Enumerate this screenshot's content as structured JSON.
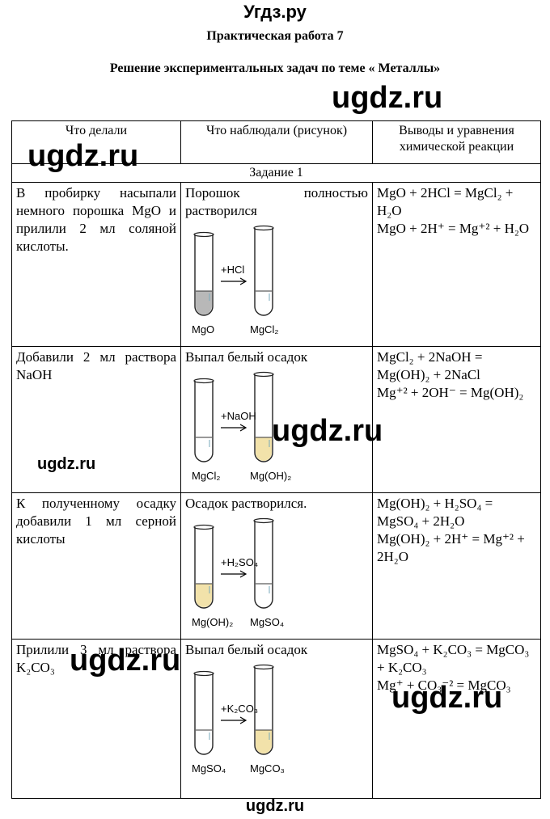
{
  "header": {
    "site": "Угдз.ру",
    "title": "Практическая работа 7",
    "subtitle": "Решение экспериментальных задач по теме « Металлы»"
  },
  "table": {
    "columns": [
      "Что делали",
      "Что наблюдали (рисунок)",
      "Выводы и уравнения химической реакции"
    ],
    "task_label": "Задание 1",
    "rows": [
      {
        "did": "В пробирку насыпали немного порошка MgO и прилили 2 мл соляной кислоты.",
        "observed": "Порошок полностью растворился",
        "fig": {
          "reagent": "+HCl",
          "left": "MgO",
          "right": "MgCl₂",
          "colors": {
            "left": "#b8b8b8",
            "right": "#ffffff"
          }
        },
        "conclusions": [
          "MgO + 2HCl = MgCl₂ + H₂O",
          "MgO + 2H⁺ = Mg⁺² + H₂O"
        ]
      },
      {
        "did": "Добавили 2 мл раствора NaOH",
        "observed": "Выпал белый осадок",
        "fig": {
          "reagent": "+NaOH",
          "left": "MgCl₂",
          "right": "Mg(OH)₂",
          "colors": {
            "left": "#ffffff",
            "right": "#f2e2aa"
          }
        },
        "conclusions": [
          "MgCl₂ + 2NaOH = Mg(OH)₂ + 2NaCl",
          "Mg⁺² + 2OH⁻ = Mg(OH)₂"
        ]
      },
      {
        "did": "К полученному осадку добавили 1 мл серной кислоты",
        "observed": "Осадок растворился.",
        "fig": {
          "reagent": "+H₂SO₄",
          "left": "Mg(OH)₂",
          "right": "MgSO₄",
          "colors": {
            "left": "#f2e2aa",
            "right": "#ffffff"
          }
        },
        "conclusions": [
          "Mg(OH)₂ + H₂SO₄ = MgSO₄ + 2H₂O",
          "Mg(OH)₂ + 2H⁺ = Mg⁺² + 2H₂O"
        ]
      },
      {
        "did": "Прилили 3 мл раствора K₂CO₃",
        "observed": "Выпал белый осадок",
        "fig": {
          "reagent": "+K₂CO₃",
          "left": "MgSO₄",
          "right": "MgCO₃",
          "colors": {
            "left": "#ffffff",
            "right": "#f2e2aa"
          }
        },
        "conclusions": [
          "MgSO₄ + K₂CO₃ = MgCO₃ + K₂CO₃",
          "Mg⁺ + CO₃⁻² = MgCO₃"
        ]
      }
    ]
  },
  "watermarks": [
    "ugdz.ru",
    "ugdz.ru",
    "ugdz.ru",
    "ugdz.ru",
    "ugdz.ru",
    "ugdz.ru"
  ],
  "footer": "ugdz.ru"
}
